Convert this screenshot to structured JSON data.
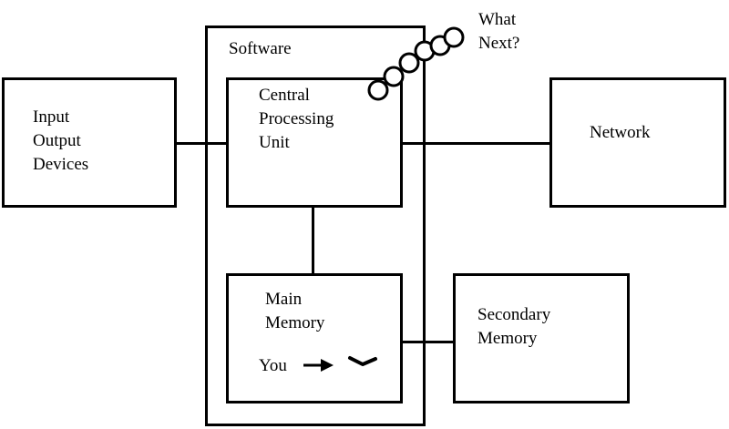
{
  "software": {
    "label": "Software"
  },
  "input_output": {
    "lines": [
      "Input",
      "Output",
      "Devices"
    ]
  },
  "cpu": {
    "lines": [
      "Central",
      "Processing",
      "Unit"
    ]
  },
  "network": {
    "label": "Network"
  },
  "main_memory": {
    "lines": [
      "Main",
      "Memory"
    ],
    "pointer_label": "You"
  },
  "secondary_memory": {
    "lines": [
      "Secondary",
      "Memory"
    ]
  },
  "what_next": {
    "lines": [
      "What",
      "Next?"
    ]
  }
}
